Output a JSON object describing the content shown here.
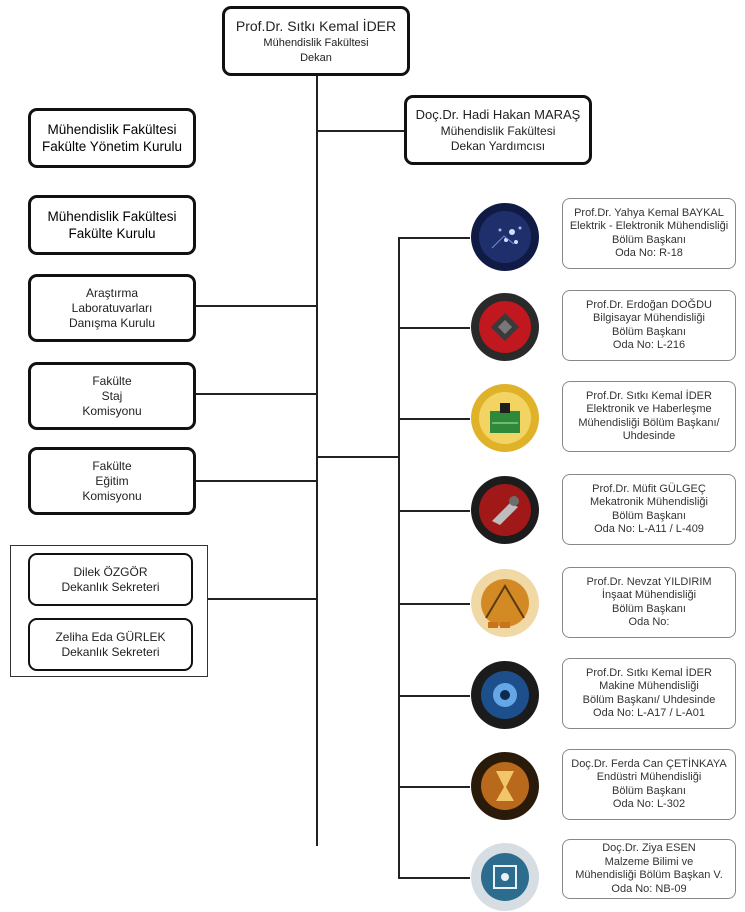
{
  "dean": {
    "name": "Prof.Dr. Sıtkı Kemal İDER",
    "line1": "Mühendislik Fakültesi",
    "line2": "Dekan"
  },
  "vice_dean": {
    "name": "Doç.Dr. Hadi Hakan MARAŞ",
    "line1": "Mühendislik Fakültesi",
    "line2": "Dekan Yardımcısı"
  },
  "left_boards": [
    {
      "lines": [
        "Mühendislik Fakültesi",
        "Fakülte Yönetim Kurulu"
      ]
    },
    {
      "lines": [
        "Mühendislik Fakültesi",
        "Fakülte Kurulu"
      ]
    },
    {
      "lines": [
        "Araştırma",
        "Laboratuvarları",
        "Danışma Kurulu"
      ]
    },
    {
      "lines": [
        "Fakülte",
        "Staj",
        "Komisyonu"
      ]
    },
    {
      "lines": [
        "Fakülte",
        "Eğitim",
        "Komisyonu"
      ]
    }
  ],
  "secretaries": [
    {
      "name": "Dilek ÖZGÖR",
      "title": "Dekanlık Sekreteri"
    },
    {
      "name": "Zeliha Eda GÜRLEK",
      "title": "Dekanlık Sekreteri"
    }
  ],
  "departments": [
    {
      "logo_icon": "electrical-electronics-logo-icon",
      "color": "#1f2f6b",
      "lines": [
        "Prof.Dr. Yahya Kemal BAYKAL",
        "Elektrik - Elektronik Mühendisliği",
        "Bölüm Başkanı",
        "Oda No: R-18"
      ]
    },
    {
      "logo_icon": "computer-engineering-logo-icon",
      "color": "#b3161b",
      "lines": [
        "Prof.Dr. Erdoğan DOĞDU",
        "Bilgisayar Mühendisliği",
        "Bölüm Başkanı",
        "Oda No: L-216"
      ]
    },
    {
      "logo_icon": "electronics-communication-logo-icon",
      "color": "#d9a820",
      "lines": [
        "Prof.Dr. Sıtkı Kemal İDER",
        "Elektronik ve Haberleşme",
        "Mühendisliği Bölüm Başkanı/",
        "Uhdesinde"
      ]
    },
    {
      "logo_icon": "mechatronics-logo-icon",
      "color": "#a01818",
      "lines": [
        "Prof.Dr. Müfit GÜLGEÇ",
        "Mekatronik Mühendisliği",
        "Bölüm Başkanı",
        "Oda No: L-A11 / L-409"
      ]
    },
    {
      "logo_icon": "civil-engineering-logo-icon",
      "color": "#c97a1a",
      "lines": [
        "Prof.Dr. Nevzat YILDIRIM",
        "İnşaat Mühendisliği",
        "Bölüm Başkanı",
        "Oda No:"
      ]
    },
    {
      "logo_icon": "mechanical-engineering-logo-icon",
      "color": "#1d4f8c",
      "lines": [
        "Prof.Dr. Sıtkı Kemal İDER",
        "Makine Mühendisliği",
        "Bölüm Başkanı/ Uhdesinde",
        "Oda No: L-A17 / L-A01"
      ]
    },
    {
      "logo_icon": "industrial-engineering-logo-icon",
      "color": "#8a4b12",
      "lines": [
        "Doç.Dr. Ferda Can ÇETİNKAYA",
        "Endüstri Mühendisliği",
        "Bölüm Başkanı",
        "Oda No: L-302"
      ]
    },
    {
      "logo_icon": "materials-science-logo-icon",
      "color": "#2c6d8f",
      "lines": [
        "Doç.Dr. Ziya ESEN",
        "Malzeme Bilimi ve",
        "Mühendisliği Bölüm Başkan V.",
        "Oda No: NB-09"
      ]
    }
  ]
}
